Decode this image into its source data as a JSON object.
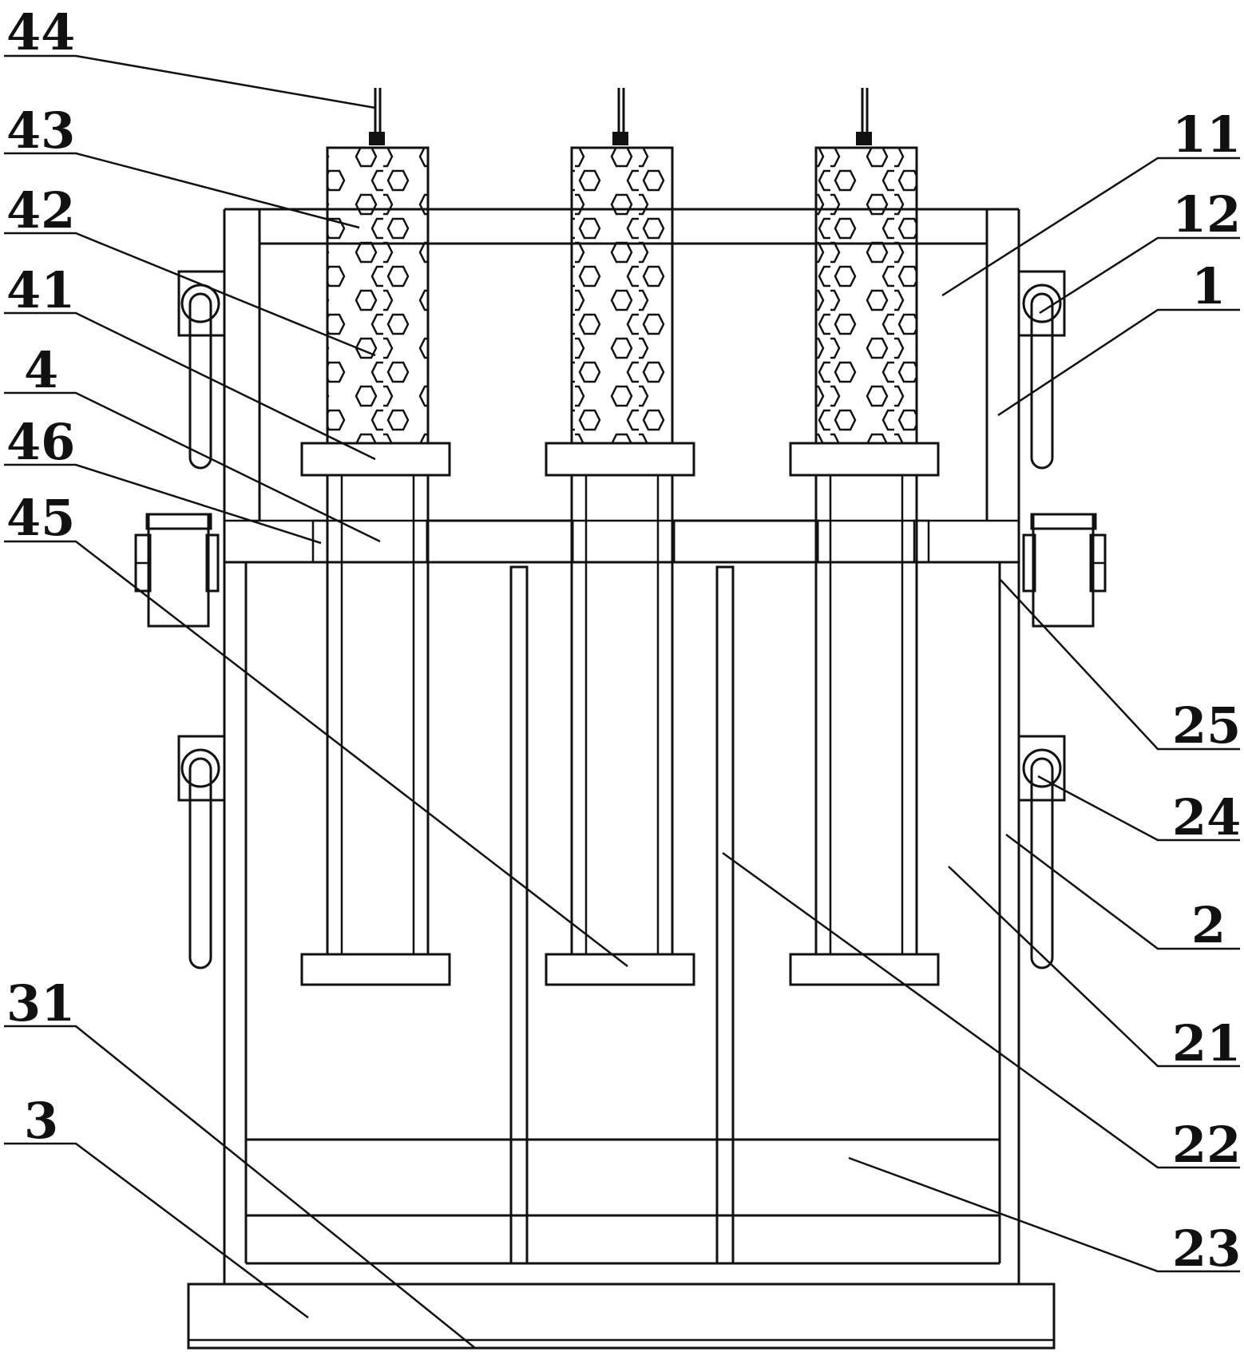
{
  "diagram": {
    "labels": {
      "l44": "44",
      "l43": "43",
      "l42": "42",
      "l41": "41",
      "l4": "4",
      "l46": "46",
      "l45": "45",
      "l31": "31",
      "l3": "3",
      "l11": "11",
      "l12": "12",
      "l1": "1",
      "l25": "25",
      "l24": "24",
      "l2": "2",
      "l21": "21",
      "l22": "22",
      "l23": "23"
    }
  }
}
